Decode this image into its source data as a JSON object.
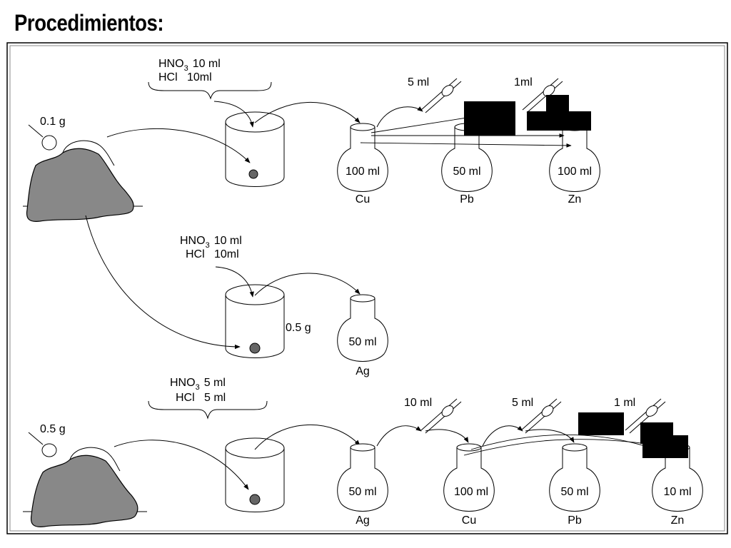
{
  "title": "Procedimientos:",
  "row1": {
    "sample_mass": "0.1 g",
    "reagent_hno3": "HNO",
    "reagent_hno3_sub": "3",
    "reagent_hno3_vol": "10 ml",
    "reagent_hcl": "HCl   10ml",
    "pipette_1": "5 ml",
    "pipette_2": "1ml",
    "flasks": [
      {
        "volume": "100 ml",
        "element": "Cu"
      },
      {
        "volume": "50 ml",
        "element": "Pb"
      },
      {
        "volume": "100 ml",
        "element": "Zn"
      }
    ]
  },
  "row2": {
    "reagent_hno3": "HNO",
    "reagent_hno3_sub": "3",
    "reagent_hno3_vol": "10 ml",
    "reagent_hcl": "HCl   10ml",
    "beaker_mass": "0.5 g",
    "flask": {
      "volume": "50 ml",
      "element": "Ag"
    }
  },
  "row3": {
    "sample_mass": "0.5 g",
    "reagent_hno3": "HNO",
    "reagent_hno3_sub": "3",
    "reagent_hno3_vol": "5 ml",
    "reagent_hcl": "HCl   5 ml",
    "pipette_1": "10 ml",
    "pipette_2": "5 ml",
    "pipette_3": "1 ml",
    "flasks": [
      {
        "volume": "50 ml",
        "element": "Ag"
      },
      {
        "volume": "100 ml",
        "element": "Cu"
      },
      {
        "volume": "50 ml",
        "element": "Pb"
      },
      {
        "volume": "10 ml",
        "element": "Zn"
      }
    ]
  }
}
